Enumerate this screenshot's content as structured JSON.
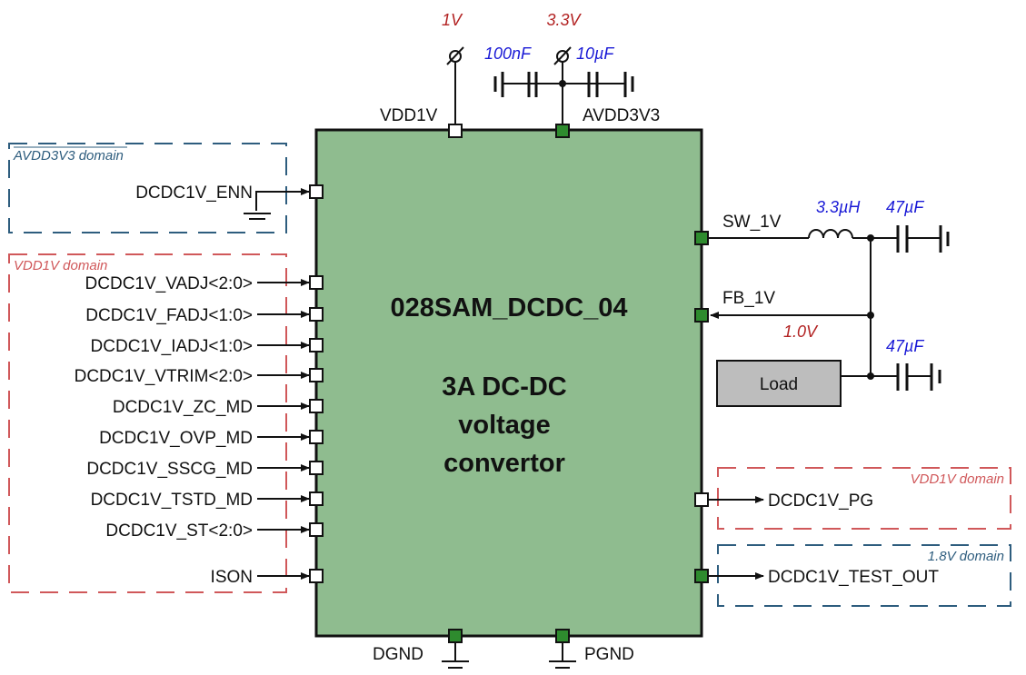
{
  "chip": {
    "name": "028SAM_DCDC_04",
    "description_lines": [
      "3A DC-DC",
      "voltage",
      "convertor"
    ],
    "fill_color": "#8fbc8f",
    "pin_green": "#2e8b2e"
  },
  "top": {
    "vdd1v_supply": "1V",
    "avdd3v3_supply": "3.3V",
    "cap_left": "100nF",
    "cap_right": "10µF",
    "pin_vdd1v": "VDD1V",
    "pin_avdd3v3": "AVDD3V3"
  },
  "domains": {
    "avdd3v3": "AVDD3V3 domain",
    "vdd1v_left": "VDD1V domain",
    "vdd1v_right": "VDD1V domain",
    "v18": "1.8V domain"
  },
  "left_pins": [
    {
      "label": "DCDC1V_ENN",
      "type": "input"
    },
    {
      "label": "DCDC1V_VADJ<2:0>",
      "type": "input"
    },
    {
      "label": "DCDC1V_FADJ<1:0>",
      "type": "input"
    },
    {
      "label": "DCDC1V_IADJ<1:0>",
      "type": "input"
    },
    {
      "label": "DCDC1V_VTRIM<2:0>",
      "type": "input"
    },
    {
      "label": "DCDC1V_ZC_MD",
      "type": "input"
    },
    {
      "label": "DCDC1V_OVP_MD",
      "type": "input"
    },
    {
      "label": "DCDC1V_SSCG_MD",
      "type": "input"
    },
    {
      "label": "DCDC1V_TSTD_MD",
      "type": "input"
    },
    {
      "label": "DCDC1V_ST<2:0>",
      "type": "input"
    },
    {
      "label": "ISON",
      "type": "input"
    }
  ],
  "right": {
    "sw_pin": "SW_1V",
    "fb_pin": "FB_1V",
    "inductor": "3.3µH",
    "cap_top": "47µF",
    "cap_bottom": "47µF",
    "fb_voltage": "1.0V",
    "load": "Load",
    "pg_out": "DCDC1V_PG",
    "test_out": "DCDC1V_TEST_OUT"
  },
  "bottom": {
    "dgnd": "DGND",
    "pgnd": "PGND"
  }
}
